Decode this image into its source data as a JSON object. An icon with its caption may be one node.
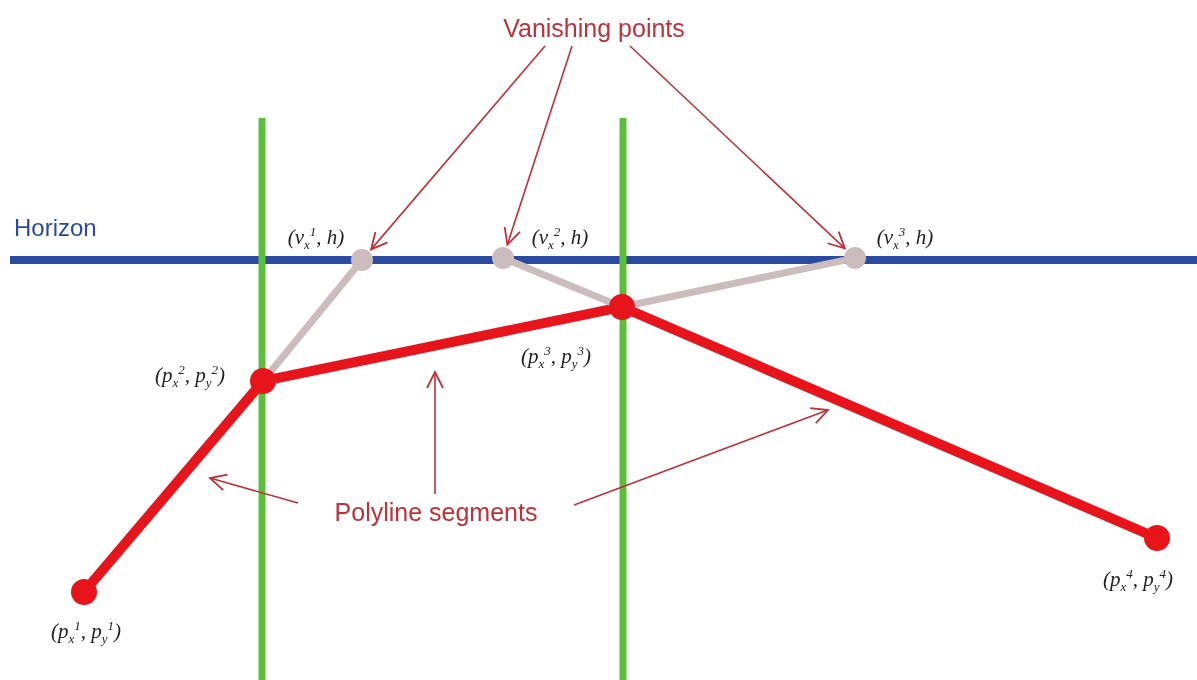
{
  "diagram": {
    "nodes": [
      {
        "text": [
          "Vanishing points"
        ]
      },
      {
        "text": [],
        "shape": "circle",
        "beside": [
          "(v$_{x}$$^{1}$, h)"
        ]
      },
      {
        "text": [],
        "shape": "circle",
        "beside": [
          "(v$_{x}$$^{2}$, h)"
        ]
      },
      {
        "text": [],
        "shape": "circle",
        "beside": [
          "(v$_{x}$$^{3}$, h)"
        ]
      },
      {
        "text": [],
        "shape": "circle",
        "beside": [
          "(p$_{x}$$^{2}$, p$_{y}$$^{2}$)"
        ]
      },
      {
        "text": [],
        "shape": "circle",
        "beside": [
          "(p$_{x}$$^{3}$, p$_{y}$$^{3}$)"
        ]
      },
      {
        "text": [
          "Polyline segments"
        ]
      },
      {
        "text": [],
        "shape": "circle",
        "beside": [
          "(p$_{x}$$^{4}$, p$_{y}$$^{4}$)"
        ]
      },
      {
        "text": [],
        "shape": "circle",
        "beside": [
          "(p$_{x}$$^{1}$, p$_{y}$$^{1}$)"
        ]
      }
    ],
    "edges": [
      {
        "from": 8,
        "to": 4,
        "arrow": "none",
        "style": "thick",
        "color": "#e8141c"
      },
      {
        "from": 4,
        "to": 5,
        "arrow": "none",
        "style": "thick",
        "color": "#e8141c"
      },
      {
        "from": 5,
        "to": 7,
        "arrow": "none",
        "style": "thick",
        "color": "#e8141c"
      },
      {
        "from": 4,
        "to": 1,
        "arrow": "none",
        "style": "thick",
        "color": "#cbbdbd"
      },
      {
        "from": 5,
        "to": 2,
        "arrow": "none",
        "style": "thick",
        "color": "#cbbdbd"
      },
      {
        "from": 5,
        "to": 3,
        "arrow": "none",
        "style": "thick",
        "color": "#cbbdbd"
      },
      {
        "from": 0,
        "to": 1,
        "arrow": "to"
      },
      {
        "from": 0,
        "to": 2,
        "arrow": "to"
      },
      {
        "from": 0,
        "to": 3,
        "arrow": "to"
      },
      {
        "from": 6,
        "to": null,
        "arrow": "to"
      },
      {
        "from": 6,
        "to": null,
        "arrow": "to"
      },
      {
        "from": 6,
        "to": null,
        "arrow": "to"
      }
    ],
    "labels": [
      "Horizon"
    ]
  }
}
